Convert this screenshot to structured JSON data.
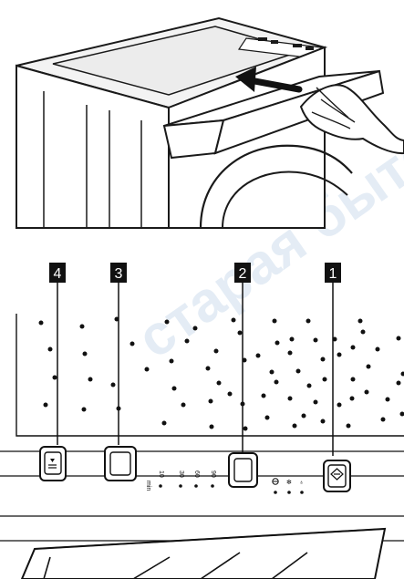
{
  "callouts": [
    "1",
    "2",
    "3",
    "4"
  ],
  "time_labels": [
    "10",
    "30",
    "60",
    "90"
  ],
  "time_unit": "min",
  "watermark": "старая бытовой"
}
